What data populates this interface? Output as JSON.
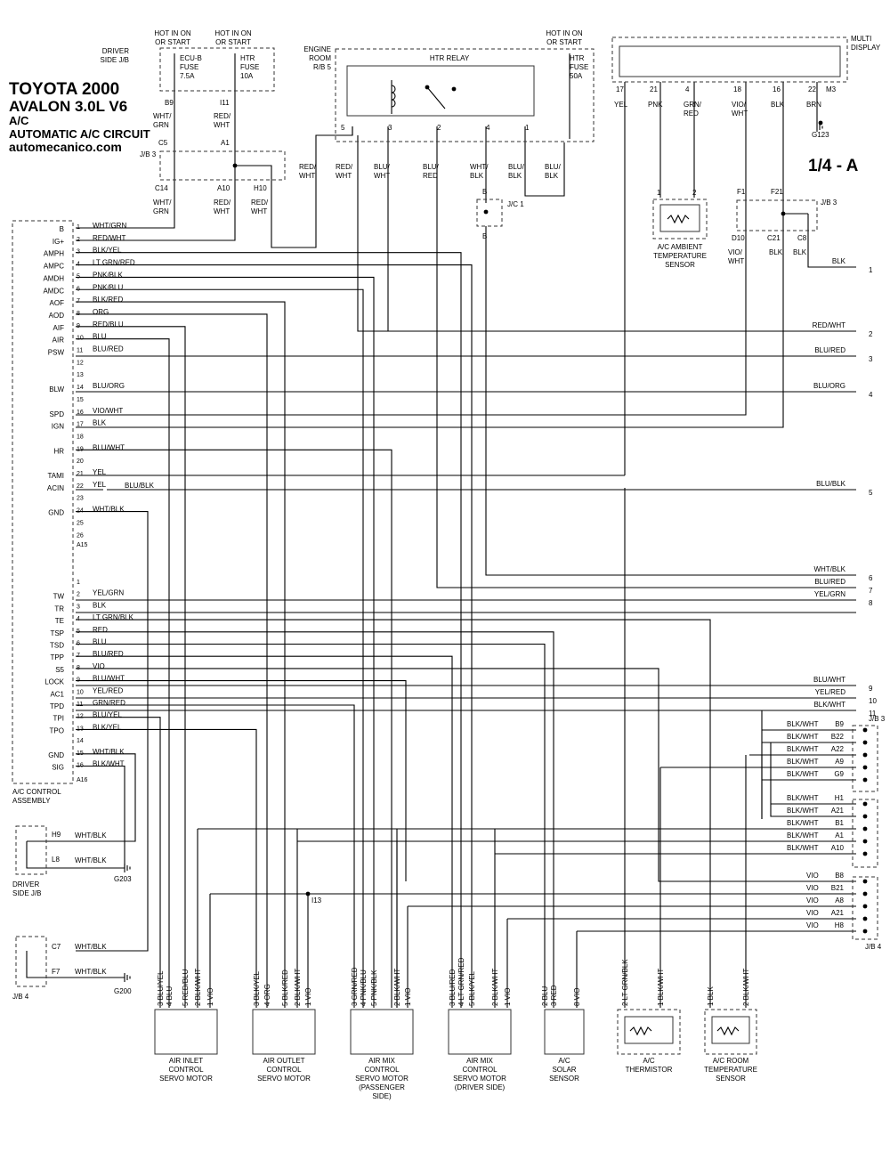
{
  "header": {
    "title": "TOYOTA 2000",
    "model": "AVALON  3.0L  V6",
    "system": "A/C",
    "circuit": "AUTOMATIC A/C CIRCUIT",
    "site": "automecanico.com",
    "page": "1/4 - A"
  },
  "top": {
    "hot_left1": [
      "HOT IN ON",
      "OR START"
    ],
    "hot_left2": [
      "HOT IN ON",
      "OR START"
    ],
    "hot_right": [
      "HOT IN ON",
      "OR START"
    ],
    "driver_jb": [
      "DRIVER",
      "SIDE J/B"
    ],
    "fuse_ecub": [
      "ECU-B",
      "FUSE",
      "7.5A"
    ],
    "fuse_htr10": [
      "HTR",
      "FUSE",
      "10A"
    ],
    "fuse_htr50": [
      "HTR",
      "FUSE",
      "50A"
    ],
    "engine_room": [
      "ENGINE",
      "ROOM",
      "R/B 5"
    ],
    "htr_relay": "HTR RELAY",
    "relay_pins": [
      "5",
      "3",
      "2",
      "4",
      "1"
    ],
    "multi_display": [
      "MULTI",
      "DISPLAY"
    ],
    "md_pins": [
      "17",
      "21",
      "4",
      "18",
      "16",
      "22"
    ],
    "md_conn": "M3",
    "md_wires": [
      "YEL",
      "PNK",
      [
        "GRN/",
        "RED"
      ],
      [
        "VIO/",
        "WHT"
      ],
      "BLK",
      "BRN"
    ],
    "g123": "G123",
    "jb3_top": "J/B 3",
    "b9": "B9",
    "i11": "I11",
    "c5": "C5",
    "a1": "A1",
    "c14": "C14",
    "a10": "A10",
    "h10": "H10",
    "w_b9": [
      "WHT/",
      "GRN"
    ],
    "w_i11": [
      "RED/",
      "WHT"
    ],
    "w_c14": [
      "WHT/",
      "GRN"
    ],
    "w_a10": [
      "RED/",
      "WHT"
    ],
    "w_h10": [
      "RED/",
      "WHT"
    ],
    "relay_wires": [
      [
        "RED/",
        "WHT"
      ],
      [
        "RED/",
        "WHT"
      ],
      [
        "BLU/",
        "WHT"
      ],
      [
        "BLU/",
        "RED"
      ],
      [
        "WHT/",
        "BLK"
      ],
      [
        "BLU/",
        "BLK"
      ],
      [
        "BLU/",
        "BLK"
      ]
    ],
    "jc1": "J/C 1",
    "jc_b": "B",
    "amb_pins": [
      "1",
      "2"
    ],
    "amb_label": [
      "A/C AMBIENT",
      "TEMPERATURE",
      "SENSOR"
    ],
    "jb3_r": "J/B 3",
    "f1": "F1",
    "f21": "F21",
    "d10": "D10",
    "c21": "C21",
    "c8": "C8",
    "w_d10": [
      "VIO/",
      "WHT"
    ],
    "w_c21": "BLK",
    "w_c8": "BLK"
  },
  "a15": {
    "pin_labels": [
      "B",
      "IG+",
      "AMPH",
      "AMPC",
      "AMDH",
      "AMDC",
      "AOF",
      "AOD",
      "AIF",
      "AIR",
      "PSW",
      "",
      "",
      "BLW",
      "",
      "SPD",
      "IGN",
      "",
      "HR",
      "",
      "TAMI",
      "ACIN",
      "",
      "GND",
      "",
      ""
    ],
    "wires": [
      "WHT/GRN",
      "RED/WHT",
      "BLK/YEL",
      "LT GRN/RED",
      "PNK/BLK",
      "PNK/BLU",
      "BLK/RED",
      "ORG",
      "RED/BLU",
      "BLU",
      "BLU/RED",
      "",
      "",
      "BLU/ORG",
      "",
      "VIO/WHT",
      "BLK",
      "",
      "BLU/WHT",
      "",
      "YEL",
      "YEL",
      "",
      "WHT/BLK",
      "",
      ""
    ],
    "acin_splice": "BLU/BLK",
    "conn": "A15"
  },
  "a16": {
    "pin_labels": [
      "",
      "TW",
      "TR",
      "TE",
      "TSP",
      "TSD",
      "TPP",
      "S5",
      "LOCK",
      "AC1",
      "TPD",
      "TPI",
      "TPO",
      "",
      "GND",
      "SIG"
    ],
    "wires": [
      "",
      "YEL/GRN",
      "BLK",
      "LT GRN/BLK",
      "RED",
      "BLU",
      "BLU/RED",
      "VIO",
      "BLU/WHT",
      "YEL/RED",
      "GRN/RED",
      "BLU/YEL",
      "BLK/YEL",
      "",
      "WHT/BLK",
      "BLK/WHT"
    ],
    "conn": "A16"
  },
  "ac_control": [
    "A/C CONTROL",
    "ASSEMBLY"
  ],
  "right": {
    "wires": [
      "BLK",
      "RED/WHT",
      "BLU/RED",
      "BLU/ORG",
      "BLU/BLK",
      "WHT/BLK",
      "BLU/RED",
      "YEL/GRN",
      "BLU/WHT",
      "YEL/RED",
      "BLK/WHT"
    ],
    "nums": [
      "1",
      "2",
      "3",
      "4",
      "5",
      "6",
      "7",
      "8",
      "9",
      "10",
      "11"
    ]
  },
  "jb3_bottom": {
    "label": "J/B 3",
    "pins": [
      "B9",
      "B22",
      "A22",
      "A9",
      "G9"
    ],
    "wire": "BLK/WHT"
  },
  "jb4_h": {
    "pins": [
      "H1",
      "A21",
      "B1",
      "A1",
      "A10"
    ],
    "wire": "BLK/WHT"
  },
  "jb4_v": {
    "label": "J/B 4",
    "pins": [
      "B8",
      "B21",
      "A8",
      "A21",
      "H8"
    ],
    "wire": "VIO"
  },
  "djb": {
    "h9": "H9",
    "l8": "L8",
    "w_h9": "WHT/BLK",
    "w_l8": "WHT/BLK",
    "g203": "G203",
    "label": [
      "DRIVER",
      "SIDE J/B"
    ]
  },
  "jb4": {
    "c7": "C7",
    "f7": "F7",
    "w_c7": "WHT/BLK",
    "w_f7": "WHT/BLK",
    "g200": "G200",
    "label": "J/B 4"
  },
  "i13": "I13",
  "components": [
    {
      "pins": [
        "3 BLU/YEL",
        "4 BLU",
        "5 RED/BLU",
        "2 BLK/WHT",
        "1 VIO"
      ],
      "label": [
        "AIR INLET",
        "CONTROL",
        "SERVO MOTOR"
      ]
    },
    {
      "pins": [
        "3 BLK/YEL",
        "4 ORG",
        "5 BLK/RED",
        "2 BLK/WHT",
        "1 VIO"
      ],
      "label": [
        "AIR OUTLET",
        "CONTROL",
        "SERVO MOTOR"
      ]
    },
    {
      "pins": [
        "3 GRN/RED",
        "4 PNK/BLU",
        "5 PNK/BLK",
        "2 BLK/WHT",
        "1 VIO"
      ],
      "label": [
        "AIR MIX",
        "CONTROL",
        "SERVO MOTOR",
        "(PASSENGER",
        "SIDE)"
      ]
    },
    {
      "pins": [
        "3 BLU/RED",
        "4 LT GRN/RED",
        "5 BLK/YEL",
        "2 BLK/WHT",
        "1 VIO"
      ],
      "label": [
        "AIR MIX",
        "CONTROL",
        "SERVO MOTOR",
        "(DRIVER SIDE)"
      ]
    },
    {
      "pins": [
        "2 BLU",
        "3 RED",
        "8 VIO"
      ],
      "label": [
        "A/C",
        "SOLAR",
        "SENSOR"
      ]
    },
    {
      "pins": [
        "2 LT GRN/BLK",
        "1 BLK/WHT"
      ],
      "label": [
        "A/C",
        "THERMISTOR"
      ]
    },
    {
      "pins": [
        "1 BLK",
        "2 BLK/WHT"
      ],
      "label": [
        "A/C ROOM",
        "TEMPERATURE",
        "SENSOR"
      ]
    }
  ]
}
